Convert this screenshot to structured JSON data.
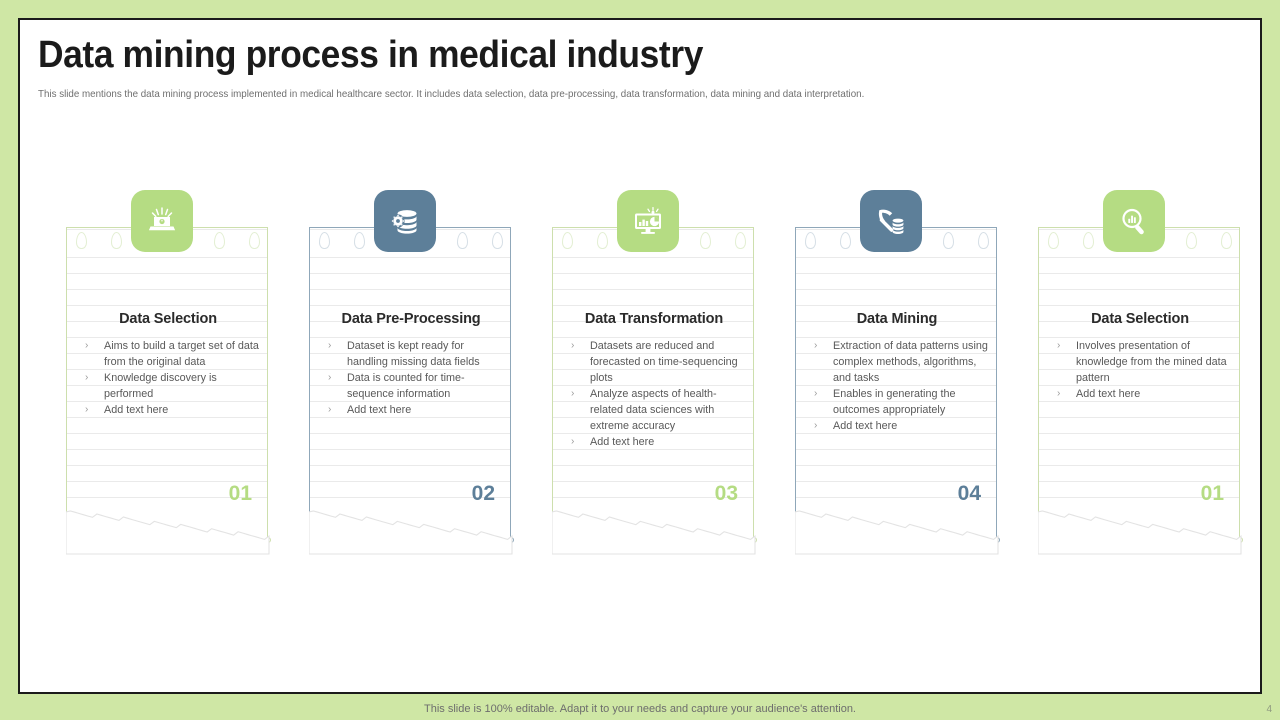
{
  "slide": {
    "title": "Data mining process in medical industry",
    "subtitle": "This slide mentions the data mining process implemented in medical healthcare sector. It includes data selection, data pre-processing, data transformation, data mining and data interpretation.",
    "footer_note": "This slide is 100% editable. Adapt it to your needs and capture your audience's attention.",
    "page_number": "4",
    "background_color": "#cfe7a5",
    "panel_color": "#ffffff",
    "panel_border_color": "#1b1b1b"
  },
  "colors": {
    "accent_green": "#b5dc83",
    "accent_slate": "#5d7f99",
    "edge_green": "#cddfad",
    "edge_slate": "#8fa7b9",
    "body_text": "#595959",
    "heading_text": "#2b2b2b",
    "rule_line": "#e6e6e6"
  },
  "cards": [
    {
      "number": "01",
      "heading": "Data Selection",
      "icon": "laptop-rays-icon",
      "accent": "#b5dc83",
      "edge": "#cddfad",
      "theme": "green",
      "bullets": [
        "Aims to build a target set of data from the original data",
        "Knowledge discovery is performed",
        "Add text here"
      ]
    },
    {
      "number": "02",
      "heading": "Data Pre-Processing",
      "icon": "database-gear-icon",
      "accent": "#5d7f99",
      "edge": "#8fa7b9",
      "theme": "slate",
      "bullets": [
        "Dataset is kept ready for handling missing data fields",
        "Data is counted for time-sequence information",
        "Add text here"
      ]
    },
    {
      "number": "03",
      "heading": "Data Transformation",
      "icon": "monitor-chart-icon",
      "accent": "#b5dc83",
      "edge": "#cddfad",
      "theme": "green",
      "bullets": [
        "Datasets are reduced and forecasted on time-sequencing plots",
        "Analyze aspects of health-related data sciences with extreme accuracy",
        "Add text here"
      ]
    },
    {
      "number": "04",
      "heading": "Data Mining",
      "icon": "pickaxe-database-icon",
      "accent": "#5d7f99",
      "edge": "#8fa7b9",
      "theme": "slate",
      "bullets": [
        "Extraction of data patterns using complex methods, algorithms, and tasks",
        "Enables in generating the outcomes appropriately",
        "Add text here"
      ]
    },
    {
      "number": "01",
      "heading": "Data Selection",
      "icon": "magnifier-chart-icon",
      "accent": "#b5dc83",
      "edge": "#cddfad",
      "theme": "green",
      "bullets": [
        "Involves presentation of knowledge from the mined data pattern",
        "Add text here"
      ]
    }
  ],
  "bullet_marker": "›"
}
